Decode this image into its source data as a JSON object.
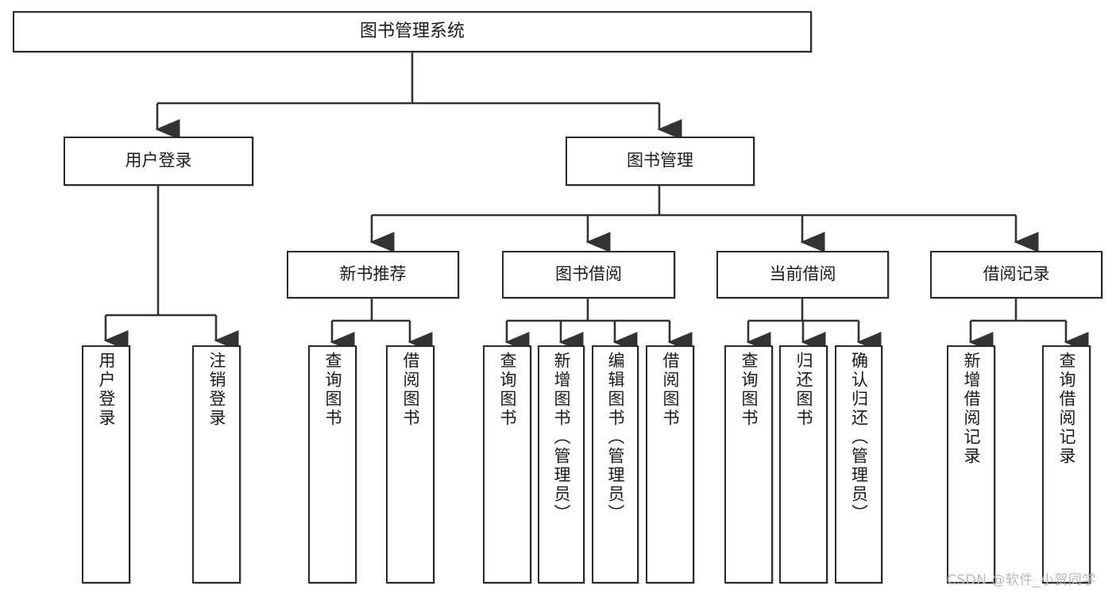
{
  "diagram": {
    "type": "hierarchy-tree",
    "title": "图书管理系统",
    "colors": {
      "box_stroke": "#2b2b2b",
      "box_fill": "#ffffff",
      "connector": "#333333",
      "text": "#1a1a1a",
      "watermark": "#b9b9b9"
    },
    "levels": {
      "level1": {
        "label": "图书管理系统"
      },
      "level2": [
        {
          "label": "用户登录"
        },
        {
          "label": "图书管理"
        }
      ],
      "level3": [
        {
          "label": "新书推荐"
        },
        {
          "label": "图书借阅"
        },
        {
          "label": "当前借阅"
        },
        {
          "label": "借阅记录"
        }
      ],
      "level4": [
        {
          "label": "用户登录",
          "parent": "用户登录"
        },
        {
          "label": "注销登录",
          "parent": "用户登录"
        },
        {
          "label": "查询图书",
          "parent": "新书推荐"
        },
        {
          "label": "借阅图书",
          "parent": "新书推荐"
        },
        {
          "label": "查询图书",
          "parent": "图书借阅"
        },
        {
          "label": "新增图书（管理员）",
          "parent": "图书借阅"
        },
        {
          "label": "编辑图书（管理员）",
          "parent": "图书借阅"
        },
        {
          "label": "借阅图书",
          "parent": "图书借阅"
        },
        {
          "label": "查询图书",
          "parent": "当前借阅"
        },
        {
          "label": "归还图书",
          "parent": "当前借阅"
        },
        {
          "label": "确认归还（管理员）",
          "parent": "当前借阅"
        },
        {
          "label": "新增借阅记录",
          "parent": "借阅记录"
        },
        {
          "label": "查询借阅记录",
          "parent": "借阅记录"
        }
      ]
    },
    "watermark": "CSDN @软件_小贺同学"
  }
}
